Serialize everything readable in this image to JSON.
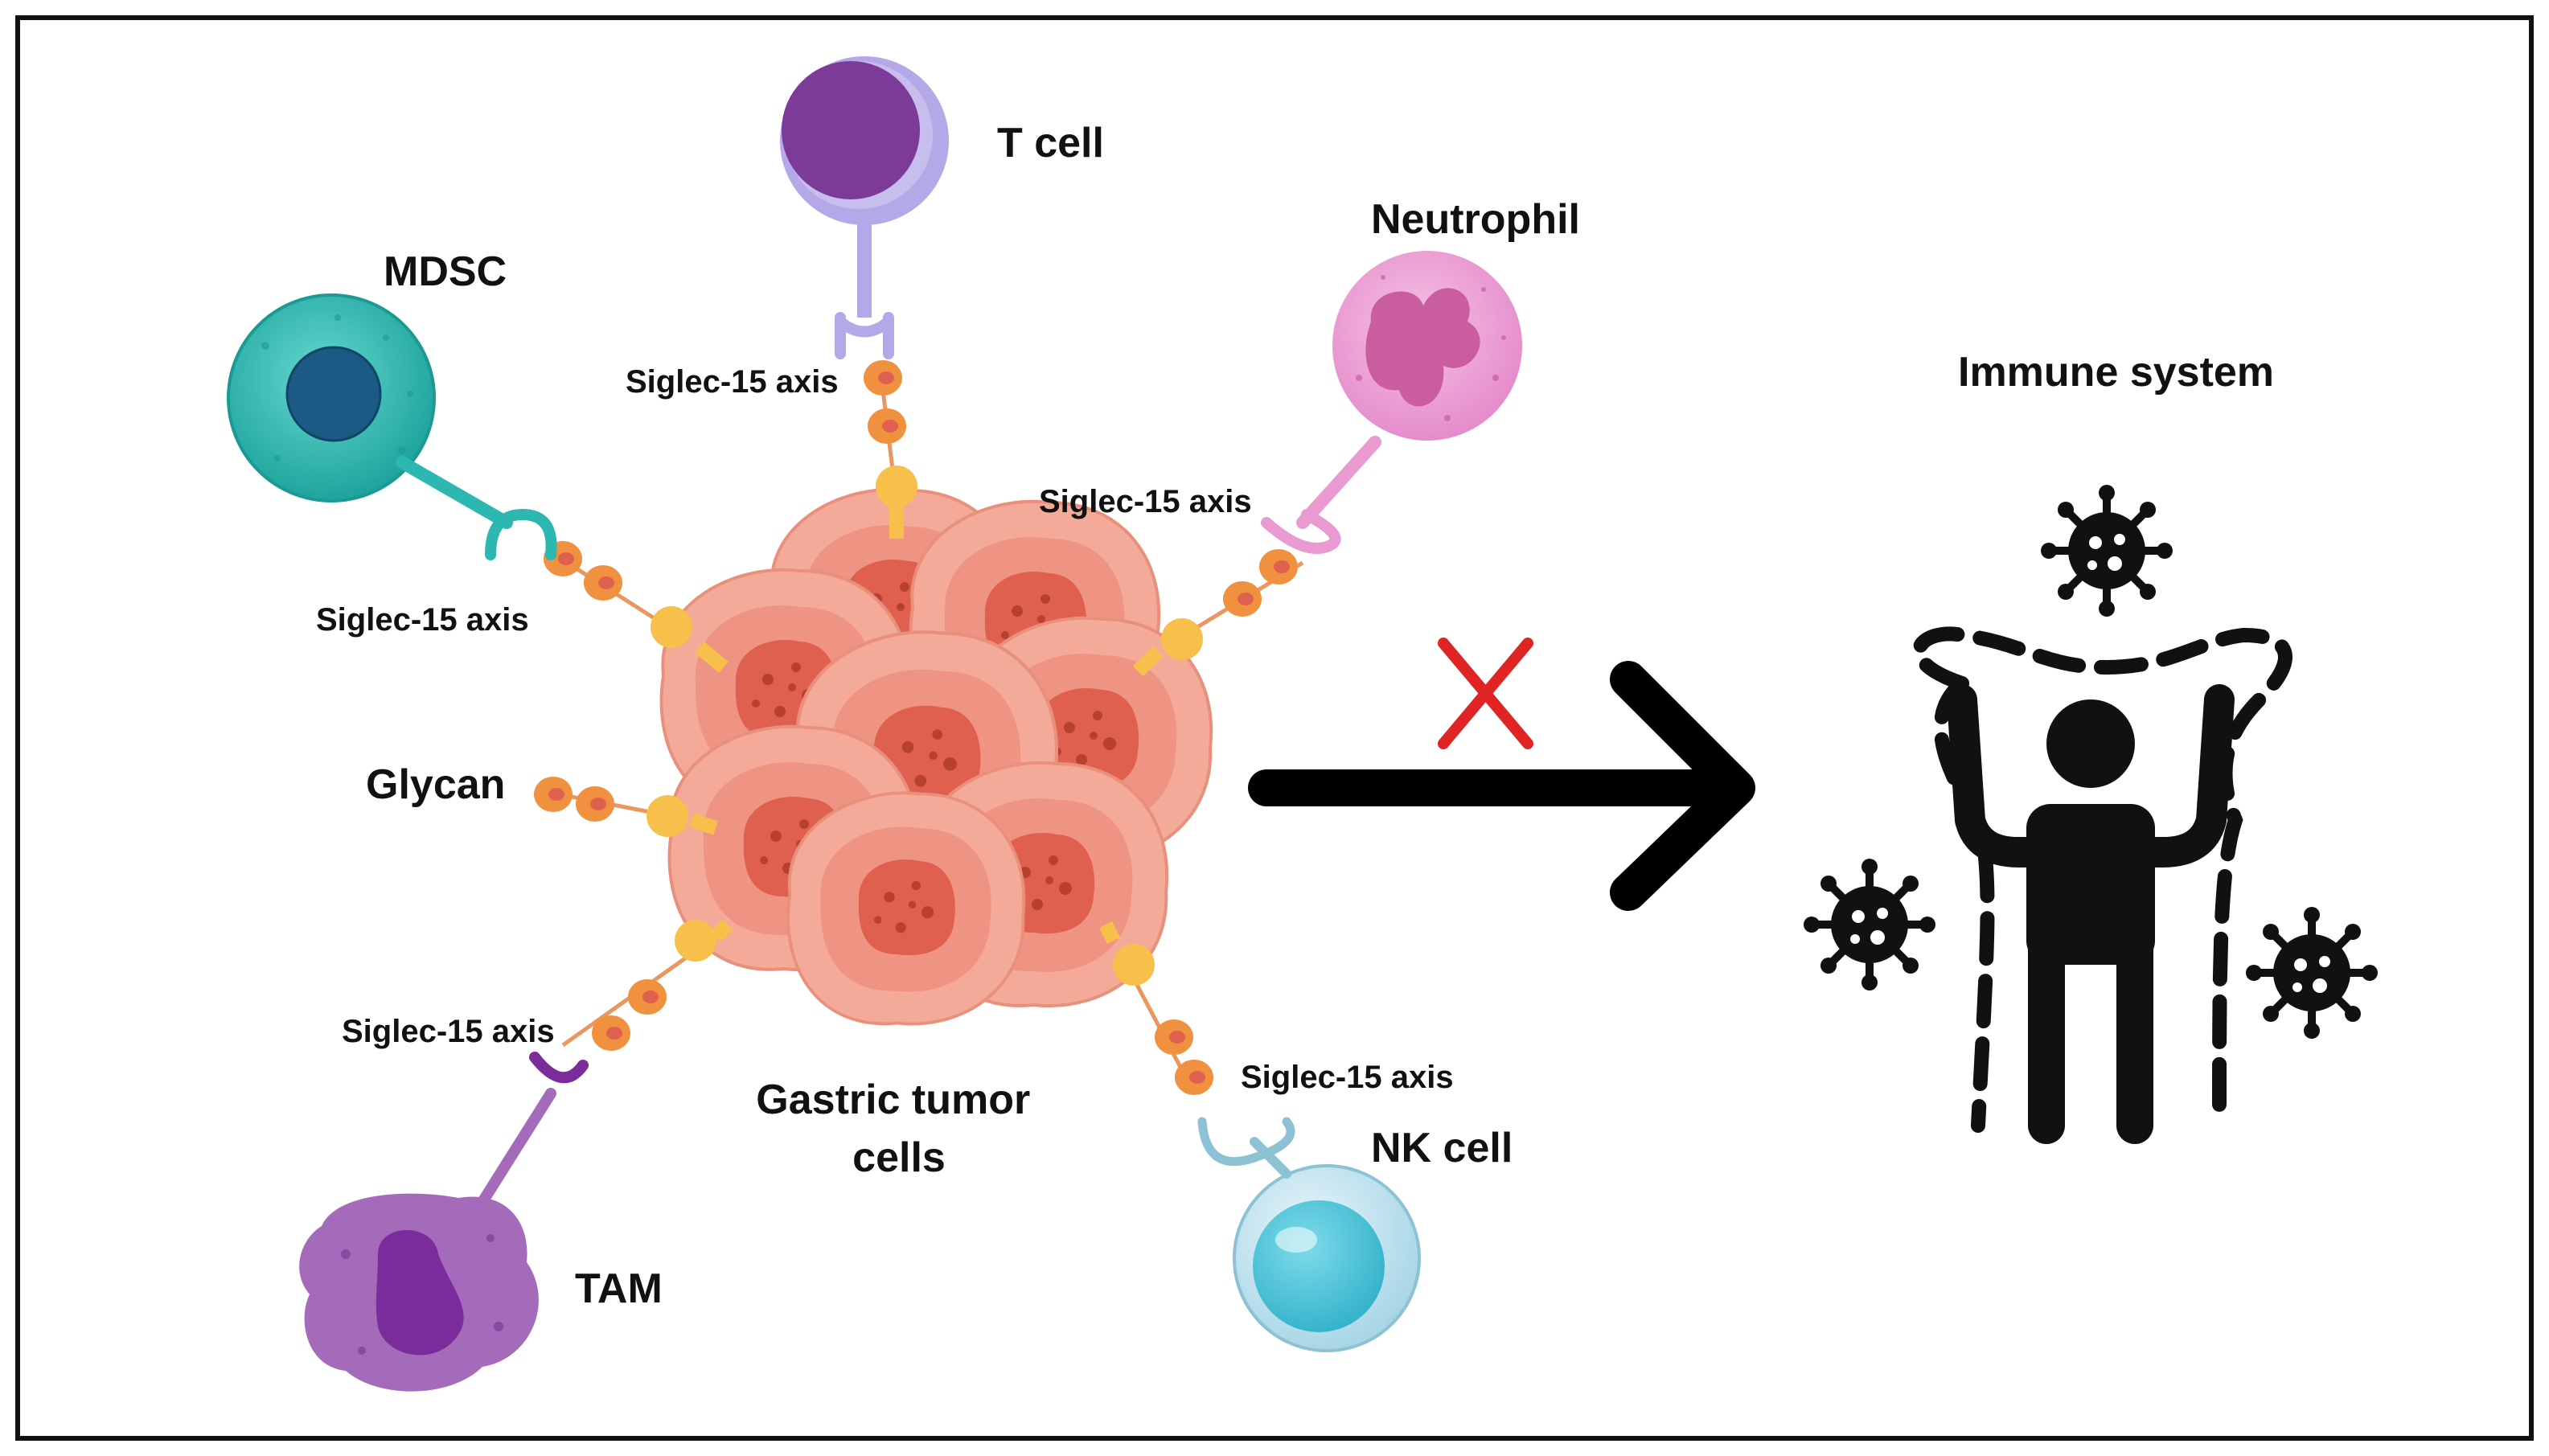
{
  "labels": {
    "t_cell": "T cell",
    "mdsc": "MDSC",
    "neutrophil": "Neutrophil",
    "immune_system": "Immune system",
    "glycan": "Glycan",
    "tam": "TAM",
    "nk_cell": "NK cell",
    "tumor_line1": "Gastric tumor",
    "tumor_line2": "cells",
    "axis_t_cell": "Siglec-15 axis",
    "axis_mdsc": "Siglec-15 axis",
    "axis_neutrophil": "Siglec-15 axis",
    "axis_tam": "Siglec-15 axis",
    "axis_nk": "Siglec-15 axis"
  },
  "symbols": {
    "block_mark": "cross-mark",
    "arrow": "arrow-right",
    "person": "protected-person-icon",
    "pathogen": "virus-icon"
  },
  "colors": {
    "tumor": "#f4aa98",
    "tumor_nucleus": "#e0604f",
    "glycan": "#f0913f",
    "glycan_stem": "#f7c04a",
    "t_cell": "#7c3b98",
    "mdsc": "#2cb8b0",
    "neutrophil": "#e99ad0",
    "tam": "#a46bbb",
    "nk_cell": "#6cc5d8",
    "block": "#e02424",
    "arrow": "#000000"
  }
}
